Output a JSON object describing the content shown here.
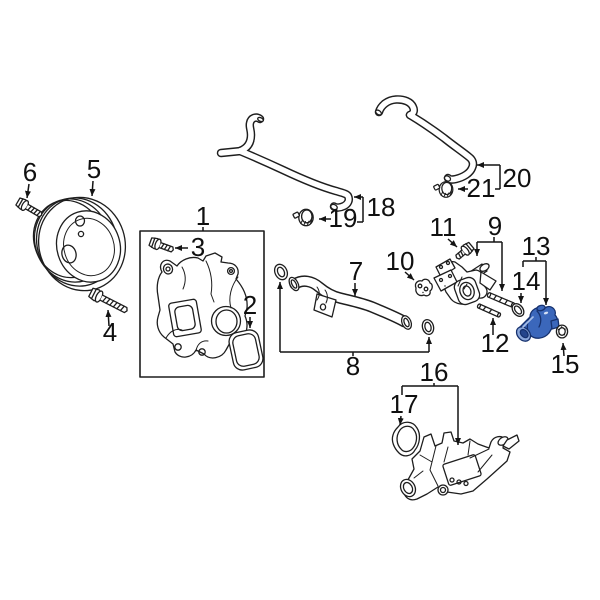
{
  "diagram": {
    "background": "#ffffff",
    "line_color": "#1e1e1e",
    "highlight_color": "#3b67bb",
    "highlight_outline": "#16316e",
    "highlight_light": "#89a6da",
    "highlight_glint": "#d4dff4"
  },
  "callouts": [
    {
      "number": "1"
    },
    {
      "number": "2"
    },
    {
      "number": "3"
    },
    {
      "number": "4"
    },
    {
      "number": "5"
    },
    {
      "number": "6"
    },
    {
      "number": "7"
    },
    {
      "number": "8"
    },
    {
      "number": "9"
    },
    {
      "number": "10"
    },
    {
      "number": "11"
    },
    {
      "number": "12"
    },
    {
      "number": "13"
    },
    {
      "number": "14"
    },
    {
      "number": "15"
    },
    {
      "number": "16"
    },
    {
      "number": "17"
    },
    {
      "number": "18"
    },
    {
      "number": "19"
    },
    {
      "number": "20"
    },
    {
      "number": "21"
    }
  ]
}
